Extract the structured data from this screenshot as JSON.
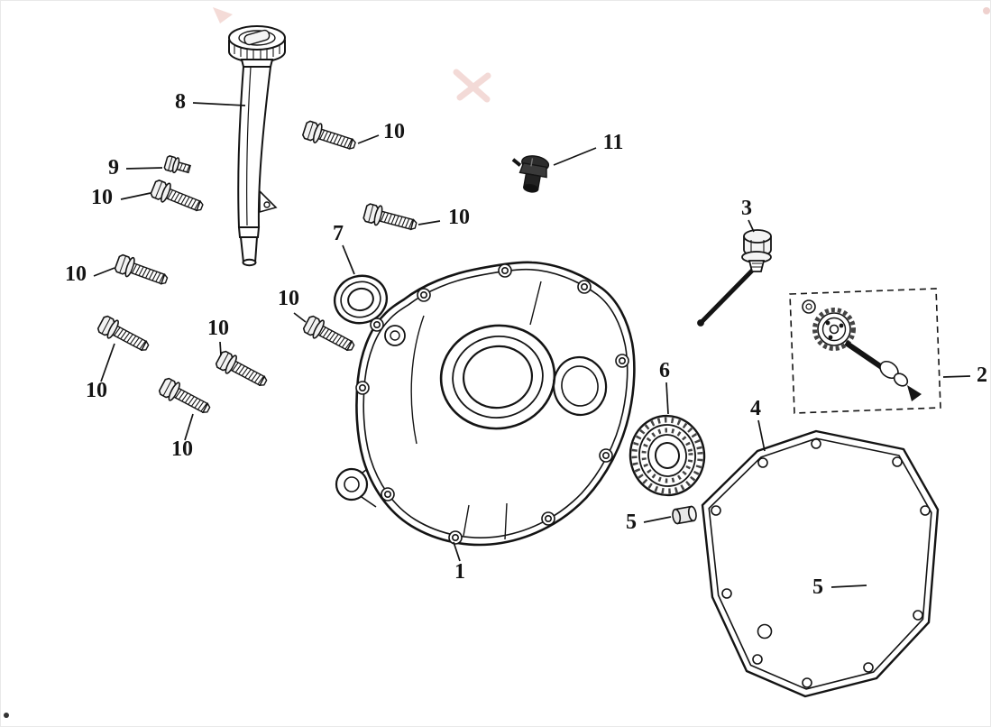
{
  "diagram": {
    "background_color": "#ffffff",
    "line_color": "#141414",
    "artifact_color": "#e9b7b0",
    "callouts": [
      {
        "label": "8"
      },
      {
        "label": "9"
      },
      {
        "label": "10"
      },
      {
        "label": "10"
      },
      {
        "label": "10"
      },
      {
        "label": "10"
      },
      {
        "label": "7"
      },
      {
        "label": "10"
      },
      {
        "label": "10"
      },
      {
        "label": "10"
      },
      {
        "label": "10"
      },
      {
        "label": "11"
      },
      {
        "label": "3"
      },
      {
        "label": "2"
      },
      {
        "label": "1"
      },
      {
        "label": "6"
      },
      {
        "label": "5"
      },
      {
        "label": "5"
      },
      {
        "label": "4"
      }
    ]
  }
}
